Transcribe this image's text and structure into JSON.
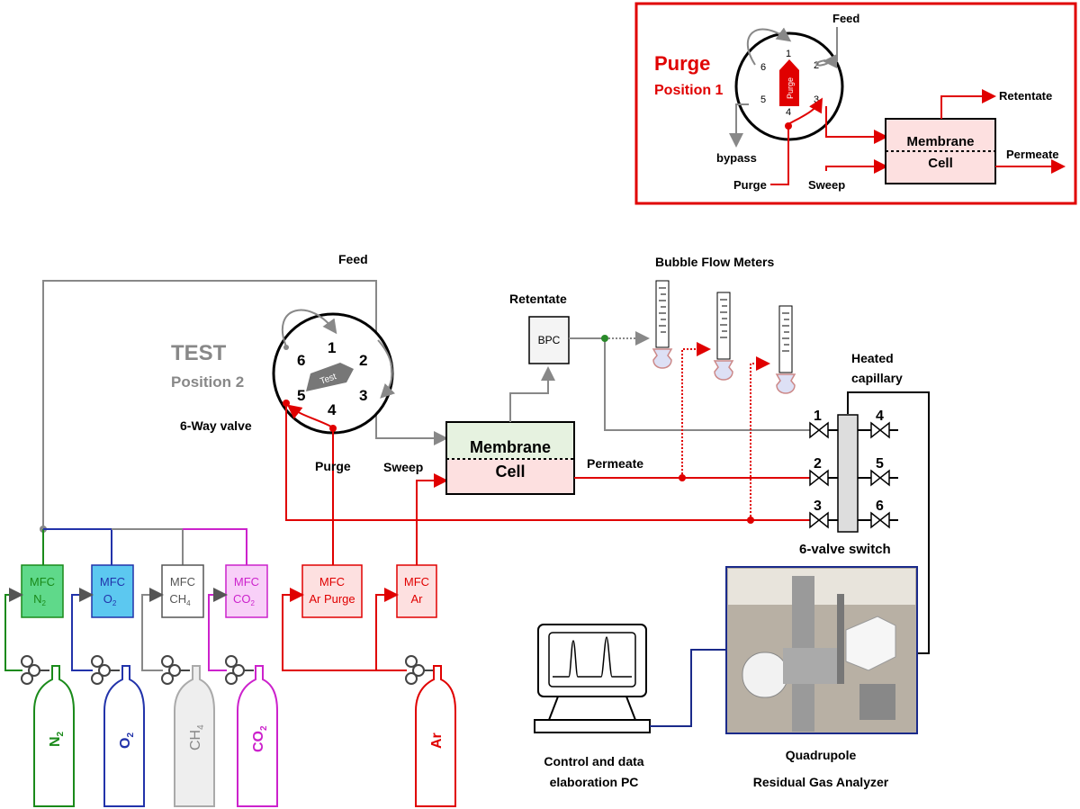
{
  "inset": {
    "title": "Purge",
    "position": "Position 1",
    "feed": "Feed",
    "bypass": "bypass",
    "purge": "Purge",
    "sweep": "Sweep",
    "retentate": "Retentate",
    "permeate": "Permeate",
    "membrane": "Membrane",
    "cell": "Cell",
    "valve_tag": "Purge",
    "ports": [
      "1",
      "2",
      "3",
      "4",
      "5",
      "6"
    ],
    "colors": {
      "accent": "#e00000",
      "fill": "#fde0e0"
    }
  },
  "main": {
    "feed": "Feed",
    "test_title": "TEST",
    "test_position": "Position 2",
    "valve_label": "6-Way valve",
    "valve_tag": "Test",
    "ports": [
      "1",
      "2",
      "3",
      "4",
      "5",
      "6"
    ],
    "purge": "Purge",
    "sweep": "Sweep",
    "retentate": "Retentate",
    "bpc": "BPC",
    "membrane": "Membrane",
    "cell": "Cell",
    "permeate": "Permeate",
    "bubble_flow_meters": "Bubble Flow Meters",
    "heated_capillary_1": "Heated",
    "heated_capillary_2": "capillary",
    "switch_label": "6-valve switch",
    "switch_ports": [
      "1",
      "2",
      "3",
      "4",
      "5",
      "6"
    ],
    "pc_label_1": "Control and data",
    "pc_label_2": "elaboration PC",
    "rga_label_1": "Quadrupole",
    "rga_label_2": "Residual Gas Analyzer"
  },
  "mfcs": [
    {
      "line1": "MFC",
      "line2": "N",
      "sub": "2",
      "color": "#1a8a1a",
      "fill": "#5fd98a"
    },
    {
      "line1": "MFC",
      "line2": "O",
      "sub": "2",
      "color": "#2233aa",
      "fill": "#5cc8f0"
    },
    {
      "line1": "MFC",
      "line2": "CH",
      "sub": "4",
      "color": "#555555",
      "fill": "#ffffff"
    },
    {
      "line1": "MFC",
      "line2": "CO",
      "sub": "2",
      "color": "#cc22cc",
      "fill": "#f8d0f8"
    },
    {
      "line1": "MFC",
      "line2": "Ar Purge",
      "sub": "",
      "color": "#e00000",
      "fill": "#fde0e0"
    },
    {
      "line1": "MFC",
      "line2": "Ar",
      "sub": "",
      "color": "#e00000",
      "fill": "#fde0e0"
    }
  ],
  "cylinders": [
    {
      "label": "N",
      "sub": "2",
      "color": "#1a8a1a"
    },
    {
      "label": "O",
      "sub": "2",
      "color": "#2233aa"
    },
    {
      "label": "CH",
      "sub": "4",
      "color": "#999999"
    },
    {
      "label": "CO",
      "sub": "2",
      "color": "#cc22cc"
    },
    {
      "label": "Ar",
      "sub": "",
      "color": "#e00000"
    }
  ]
}
